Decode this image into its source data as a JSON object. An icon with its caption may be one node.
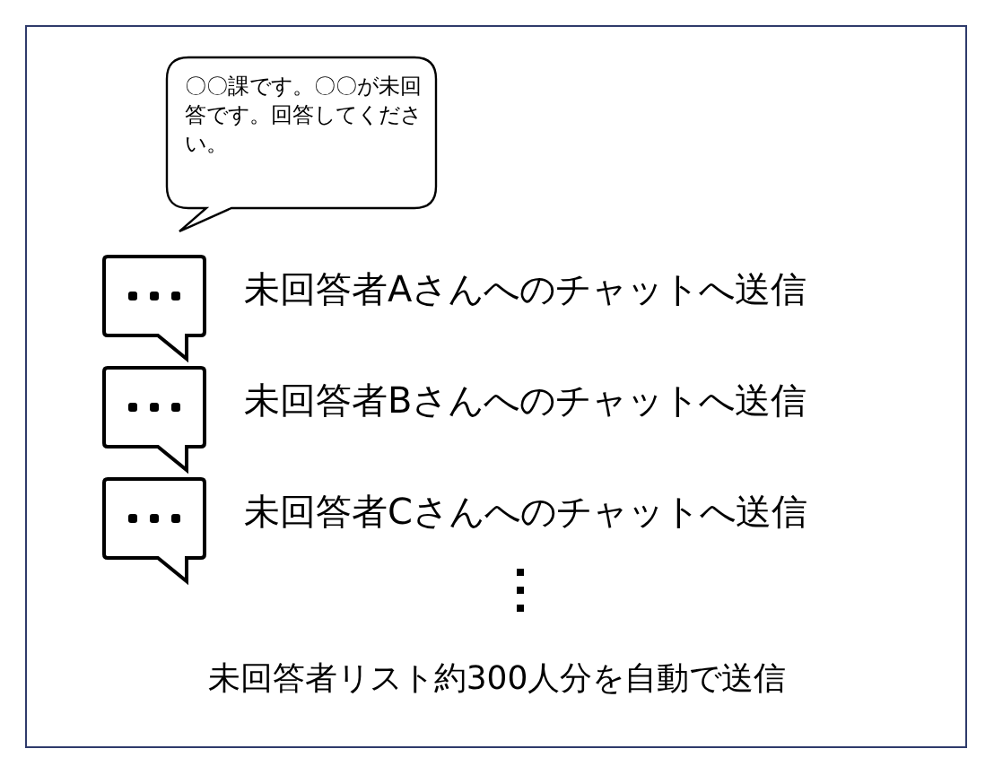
{
  "diagram": {
    "nodes": [
      {
        "text": [
          "〇〇課です。〇〇が未回答です。回答してください。"
        ]
      },
      {
        "text": [],
        "shape": "bubble",
        "beside": [
          "未回答者Aさんへのチャットへ送信"
        ]
      },
      {
        "text": [],
        "shape": "bubble",
        "beside": [
          "未回答者Bさんへのチャットへ送信"
        ]
      },
      {
        "text": [],
        "shape": "bubble",
        "beside": [
          "未回答者Cさんへのチャットへ送信"
        ]
      }
    ],
    "labels": [
      "未回答者リスト約300人分を自動で送信"
    ]
  }
}
